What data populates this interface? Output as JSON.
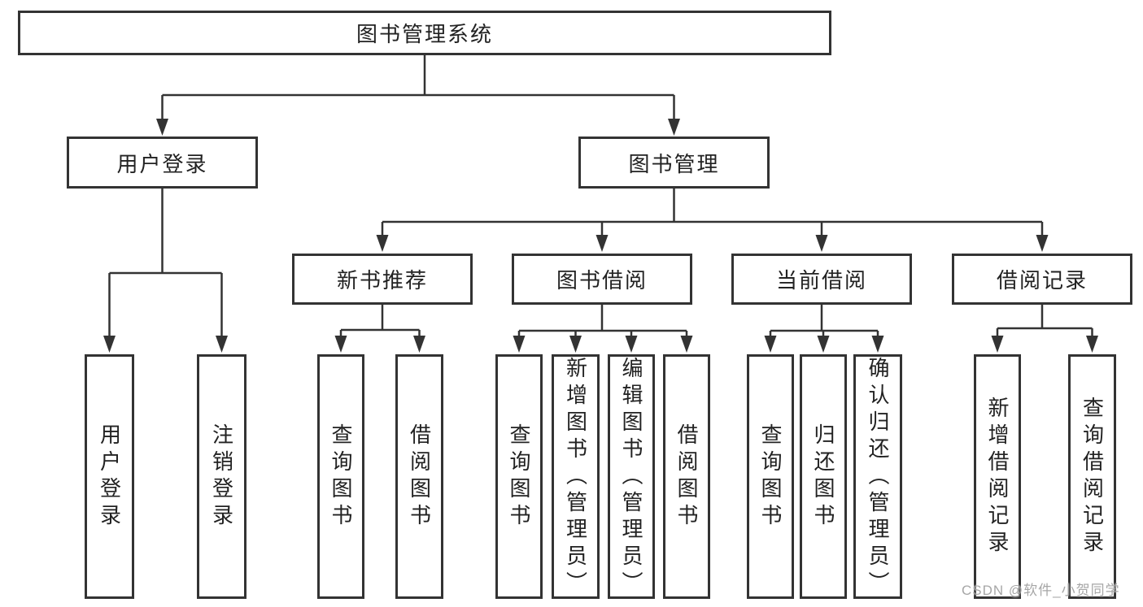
{
  "tree": {
    "label": "图书管理系统",
    "children": [
      {
        "label": "用户登录",
        "children": [
          {
            "label": "用户登录"
          },
          {
            "label": "注销登录"
          }
        ]
      },
      {
        "label": "图书管理",
        "children": [
          {
            "label": "新书推荐",
            "children": [
              {
                "label": "查询图书"
              },
              {
                "label": "借阅图书"
              }
            ]
          },
          {
            "label": "图书借阅",
            "children": [
              {
                "label": "查询图书"
              },
              {
                "label": "新增图书（管理员）"
              },
              {
                "label": "编辑图书（管理员）"
              },
              {
                "label": "借阅图书"
              }
            ]
          },
          {
            "label": "当前借阅",
            "children": [
              {
                "label": "查询图书"
              },
              {
                "label": "归还图书"
              },
              {
                "label": "确认归还（管理员）"
              }
            ]
          },
          {
            "label": "借阅记录",
            "children": [
              {
                "label": "新增借阅记录"
              },
              {
                "label": "查询借阅记录"
              }
            ]
          }
        ]
      }
    ]
  },
  "watermark": {
    "text": "CSDN @软件_小贺同学"
  },
  "colors": {
    "line": "#333333",
    "box_border": "#333333",
    "text": "#222222",
    "background": "#ffffff",
    "watermark": "#969696"
  }
}
